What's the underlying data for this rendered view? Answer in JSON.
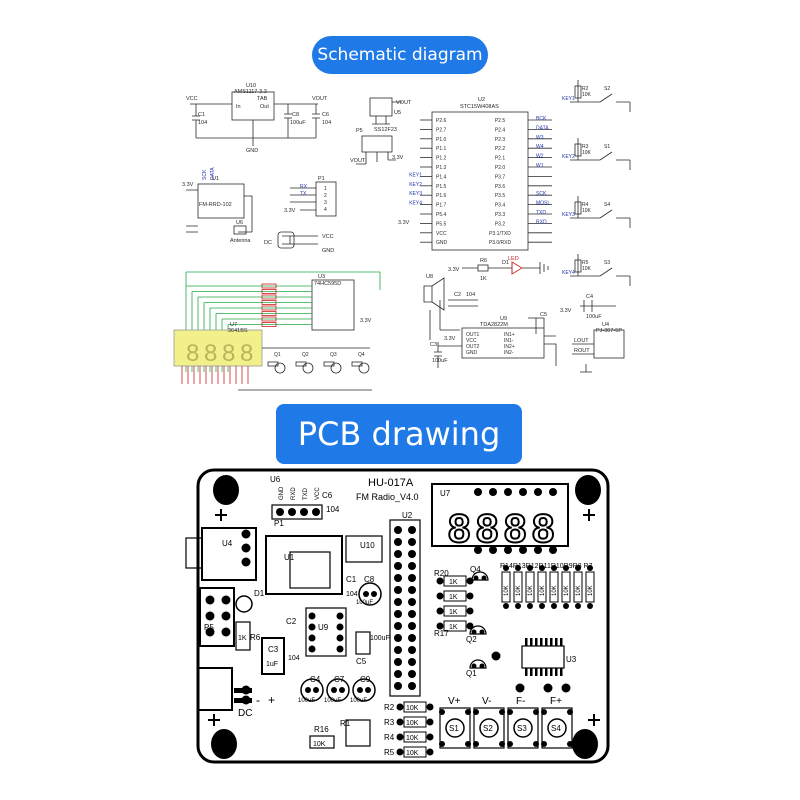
{
  "banners": {
    "schematic": "Schematic diagram",
    "pcb": "PCB drawing"
  },
  "colors": {
    "banner": "#1f7ae8",
    "wire": "#2a2a2a",
    "net": "#2233aa",
    "pin_red": "#cc2222",
    "bus_green": "#22aa44",
    "led7": "#f2f08a",
    "board": "#000000"
  },
  "schematic": {
    "vreg": {
      "ref": "U10",
      "part": "AMS1117-3.3",
      "tab": "TAB",
      "vin": "VCC",
      "vout": "VOUT",
      "in": "In",
      "out": "Out",
      "gnd": "GND",
      "c1_ref": "C1",
      "c1_val": "104",
      "c8_ref": "C8",
      "c8_val": "100uF",
      "c6_ref": "C6",
      "c6_val": "104"
    },
    "u5": {
      "ref": "U5",
      "vout": "VOUT"
    },
    "p5": {
      "ref": "P5",
      "part": "SS12F23",
      "vout": "VOUT",
      "v33": "3.3V"
    },
    "mcu": {
      "ref": "U2",
      "part": "STC15W408AS",
      "left_pins": [
        "P2.6",
        "P2.7",
        "P1.0",
        "P1.1",
        "P1.2",
        "P1.3",
        "P1.4",
        "P1.5",
        "P1.6",
        "P1.7",
        "P5.4",
        "P5.5",
        "VCC",
        "GND"
      ],
      "right_pins": [
        "P2.5",
        "P2.4",
        "P2.3",
        "P2.2",
        "P2.1",
        "P2.0",
        "P3.7",
        "P3.6",
        "P3.5",
        "P3.4",
        "P3.3",
        "P3.2",
        "P3.1/TXD",
        "P3.0/RXD"
      ],
      "right_nets": [
        "BCK",
        "DATA",
        "W3",
        "W4",
        "W2",
        "W1",
        "SCK",
        "MOSI",
        "TXD",
        "RXD"
      ],
      "left_nets": [
        "KEY1",
        "KEY2",
        "KEY3",
        "KEY4"
      ],
      "v33": "3.3V"
    },
    "keys": [
      {
        "ref": "S2",
        "net": "KEY1",
        "r": "R2",
        "rv": "10K"
      },
      {
        "ref": "S1",
        "net": "KEY2",
        "r": "R3",
        "rv": "10K"
      },
      {
        "ref": "S4",
        "net": "KEY3",
        "r": "R4",
        "rv": "10K"
      },
      {
        "ref": "S3",
        "net": "KEY4",
        "r": "R5",
        "rv": "10K"
      }
    ],
    "radio": {
      "ref": "U1",
      "part": "FM-RRD-102",
      "v33": "3.3V",
      "antenna": "Antenna",
      "u6": "U6",
      "pins": [
        "SCK",
        "DATA"
      ]
    },
    "p1": {
      "ref": "P1",
      "v33": "3.3V",
      "pins": [
        "1",
        "2",
        "3",
        "4"
      ],
      "nets": [
        "RX",
        "TX"
      ]
    },
    "dc": {
      "label": "DC",
      "vcc": "VCC",
      "gnd": "GND"
    },
    "led": {
      "r": "R6",
      "rv": "1K",
      "d": "D1",
      "label": "LED",
      "v33": "3.3V"
    },
    "shift": {
      "ref": "U3",
      "part": "74HC595D",
      "v33": "3.3V",
      "r": "10K"
    },
    "display": {
      "ref": "U7",
      "part": "3641BS",
      "digits": [
        "8",
        "8",
        "8",
        "8"
      ],
      "q": [
        "Q1",
        "Q2",
        "Q3",
        "Q4"
      ],
      "r": "10K"
    },
    "amp": {
      "u8": "U8",
      "ref": "U9",
      "part": "TDA2822M",
      "pins_l": [
        "OUT1",
        "VCC",
        "OUT2",
        "GND"
      ],
      "pins_r": [
        "IN1+",
        "IN1-",
        "IN2+",
        "IN2-"
      ],
      "v33": "3.3V",
      "c3": "C3",
      "c3v": "100uF",
      "c2": "C2",
      "c2v": "104",
      "c5": "C5",
      "c4": "C4",
      "c4v": "100uF",
      "u4": "U4",
      "jack": "PJ-307-5P",
      "lout": "LOUT",
      "rout": "ROUT"
    }
  },
  "pcb": {
    "title": "HU-017A",
    "subtitle": "FM Radio_V4.0",
    "header": {
      "ref": "U6",
      "pins": [
        "GND",
        "RXD",
        "TXD",
        "VCC"
      ],
      "p1": "P1",
      "c6": "C6",
      "c6v": "104"
    },
    "labels": {
      "u1": "U1",
      "u10": "U10",
      "u2": "U2",
      "u4": "U4",
      "d1": "D1",
      "p5": "P5",
      "r6": "R6",
      "r6v": "1K",
      "c1": "C1",
      "c1v": "104",
      "c8": "C8",
      "c8v": "100uF",
      "u9": "U9",
      "c2": "C2",
      "c2v": "104",
      "c3": "C3",
      "c3v": "1uF",
      "c5": "C5",
      "c4": "C4",
      "c4v": "100uF",
      "c7": "C7",
      "c7v": "100uF",
      "c9": "C9",
      "c9v": "100uF",
      "dc": "DC",
      "minus": "-",
      "plus": "+",
      "r16": "R16",
      "r1": "R1",
      "ten_k": "10K",
      "r20": "R20",
      "u7": "U7",
      "u3": "U3",
      "q4": "Q4",
      "q2": "Q2",
      "q1": "Q1",
      "r17": "R17",
      "one_k": "1K",
      "ten_k_short": "10K"
    },
    "display_digits": [
      "8",
      "8",
      "8",
      "8"
    ],
    "resistor_row": "R14R13R12R11R10R9R8 R7",
    "r_left": [
      "R2",
      "R3",
      "R4",
      "R5"
    ],
    "buttons": [
      {
        "label": "V+",
        "ref": "S1"
      },
      {
        "label": "V-",
        "ref": "S2"
      },
      {
        "label": "F-",
        "ref": "S3"
      },
      {
        "label": "F+",
        "ref": "S4"
      }
    ]
  }
}
